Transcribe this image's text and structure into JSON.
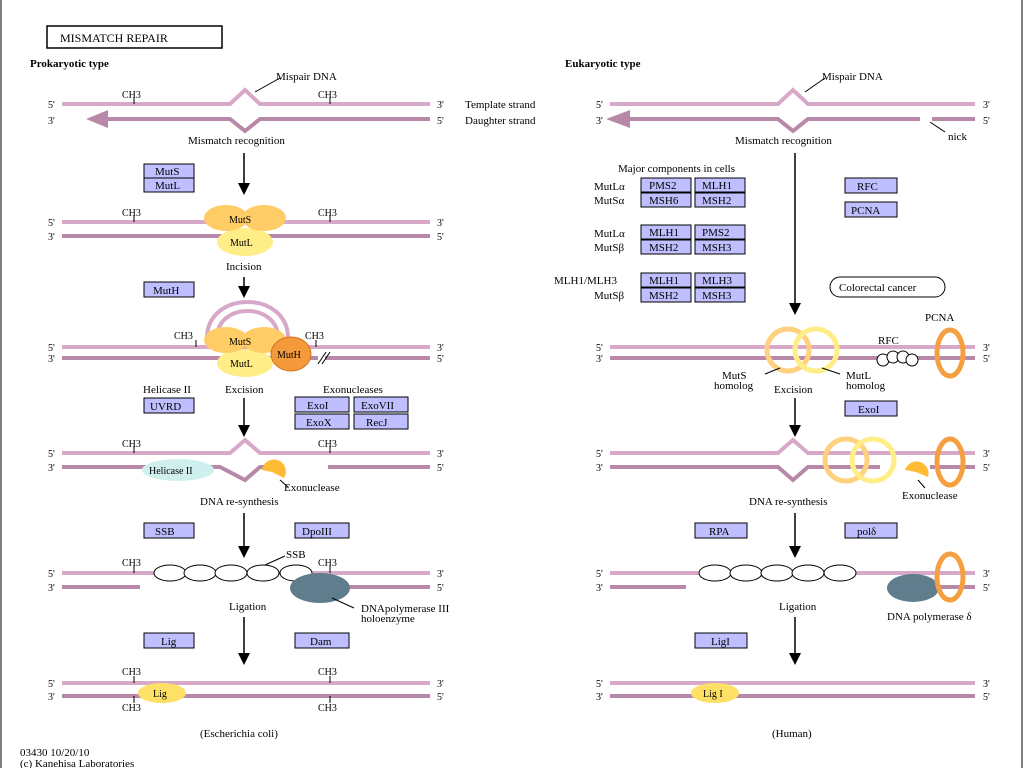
{
  "title": "MISMATCH REPAIR",
  "footer": {
    "line1": "03430 10/20/10",
    "line2": "(c) Kanehisa Laboratories"
  },
  "prok": {
    "type_label": "Prokaryotic type",
    "mispair": "Mispair DNA",
    "template_strand": "Template strand",
    "daughter_strand": "Daughter strand",
    "p5": "5'",
    "p3": "3'",
    "ch3": "CH3",
    "recognition": "Mismatch recognition",
    "incision": "Incision",
    "helicase_ii": "Helicase II",
    "excision": "Excision",
    "exonucleases": "Exonucleases",
    "exonuclease": "Exonuclease",
    "resynthesis": "DNA re-synthesis",
    "ssb": "SSB",
    "polymerase": "DNApolymerase III",
    "holoenzyme": "holoenzyme",
    "ligation": "Ligation",
    "mut_s": "MutS",
    "mut_l": "MutL",
    "mut_h": "MutH",
    "lig": "Lig",
    "organism": "(Escherichia coli)",
    "genes": {
      "mutS": "MutS",
      "mutL": "MutL",
      "mutH": "MutH",
      "uvrd": "UVRD",
      "exoI": "ExoI",
      "exoVII": "ExoVII",
      "exoX": "ExoX",
      "recJ": "RecJ",
      "ssb": "SSB",
      "dpoIII": "DpoIII",
      "lig": "Lig",
      "dam": "Dam"
    }
  },
  "euk": {
    "type_label": "Eukaryotic type",
    "mispair": "Mispair DNA",
    "nick": "nick",
    "recognition": "Mismatch recognition",
    "major": "Major components in cells",
    "mutl_alpha": "MutLα",
    "muts_alpha": "MutSα",
    "muts_beta": "MutSβ",
    "mlh1_mlh3": "MLH1/MLH3",
    "colorectal": "Colorectal cancer",
    "pcna_label": "PCNA",
    "rfc_label": "RFC",
    "muts_homolog": "MutS",
    "mutl_homolog": "MutL",
    "homolog": "homolog",
    "excision": "Excision",
    "exonuclease": "Exonuclease",
    "resynthesis": "DNA re-synthesis",
    "polymerase_delta": "DNA polymerase δ",
    "ligation": "Ligation",
    "lig1": "Lig I",
    "organism": "(Human)",
    "genes": {
      "pms2": "PMS2",
      "mlh1": "MLH1",
      "msh6": "MSH6",
      "msh2": "MSH2",
      "msh3": "MSH3",
      "mlh3": "MLH3",
      "rfc": "RFC",
      "pcna": "PCNA",
      "exoI": "ExoI",
      "rpa": "RPA",
      "pol_delta": "polδ",
      "ligI": "LigI"
    }
  },
  "colors": {
    "template": "#d8a8c8",
    "daughter": "#b888a8",
    "gene_fill": "#bfbfff",
    "muts": "#ffcc66",
    "mutl": "#ffee88",
    "muth": "#f59a3a",
    "polymerase": "#5f7d8c",
    "helicase": "#d0f0f0"
  }
}
